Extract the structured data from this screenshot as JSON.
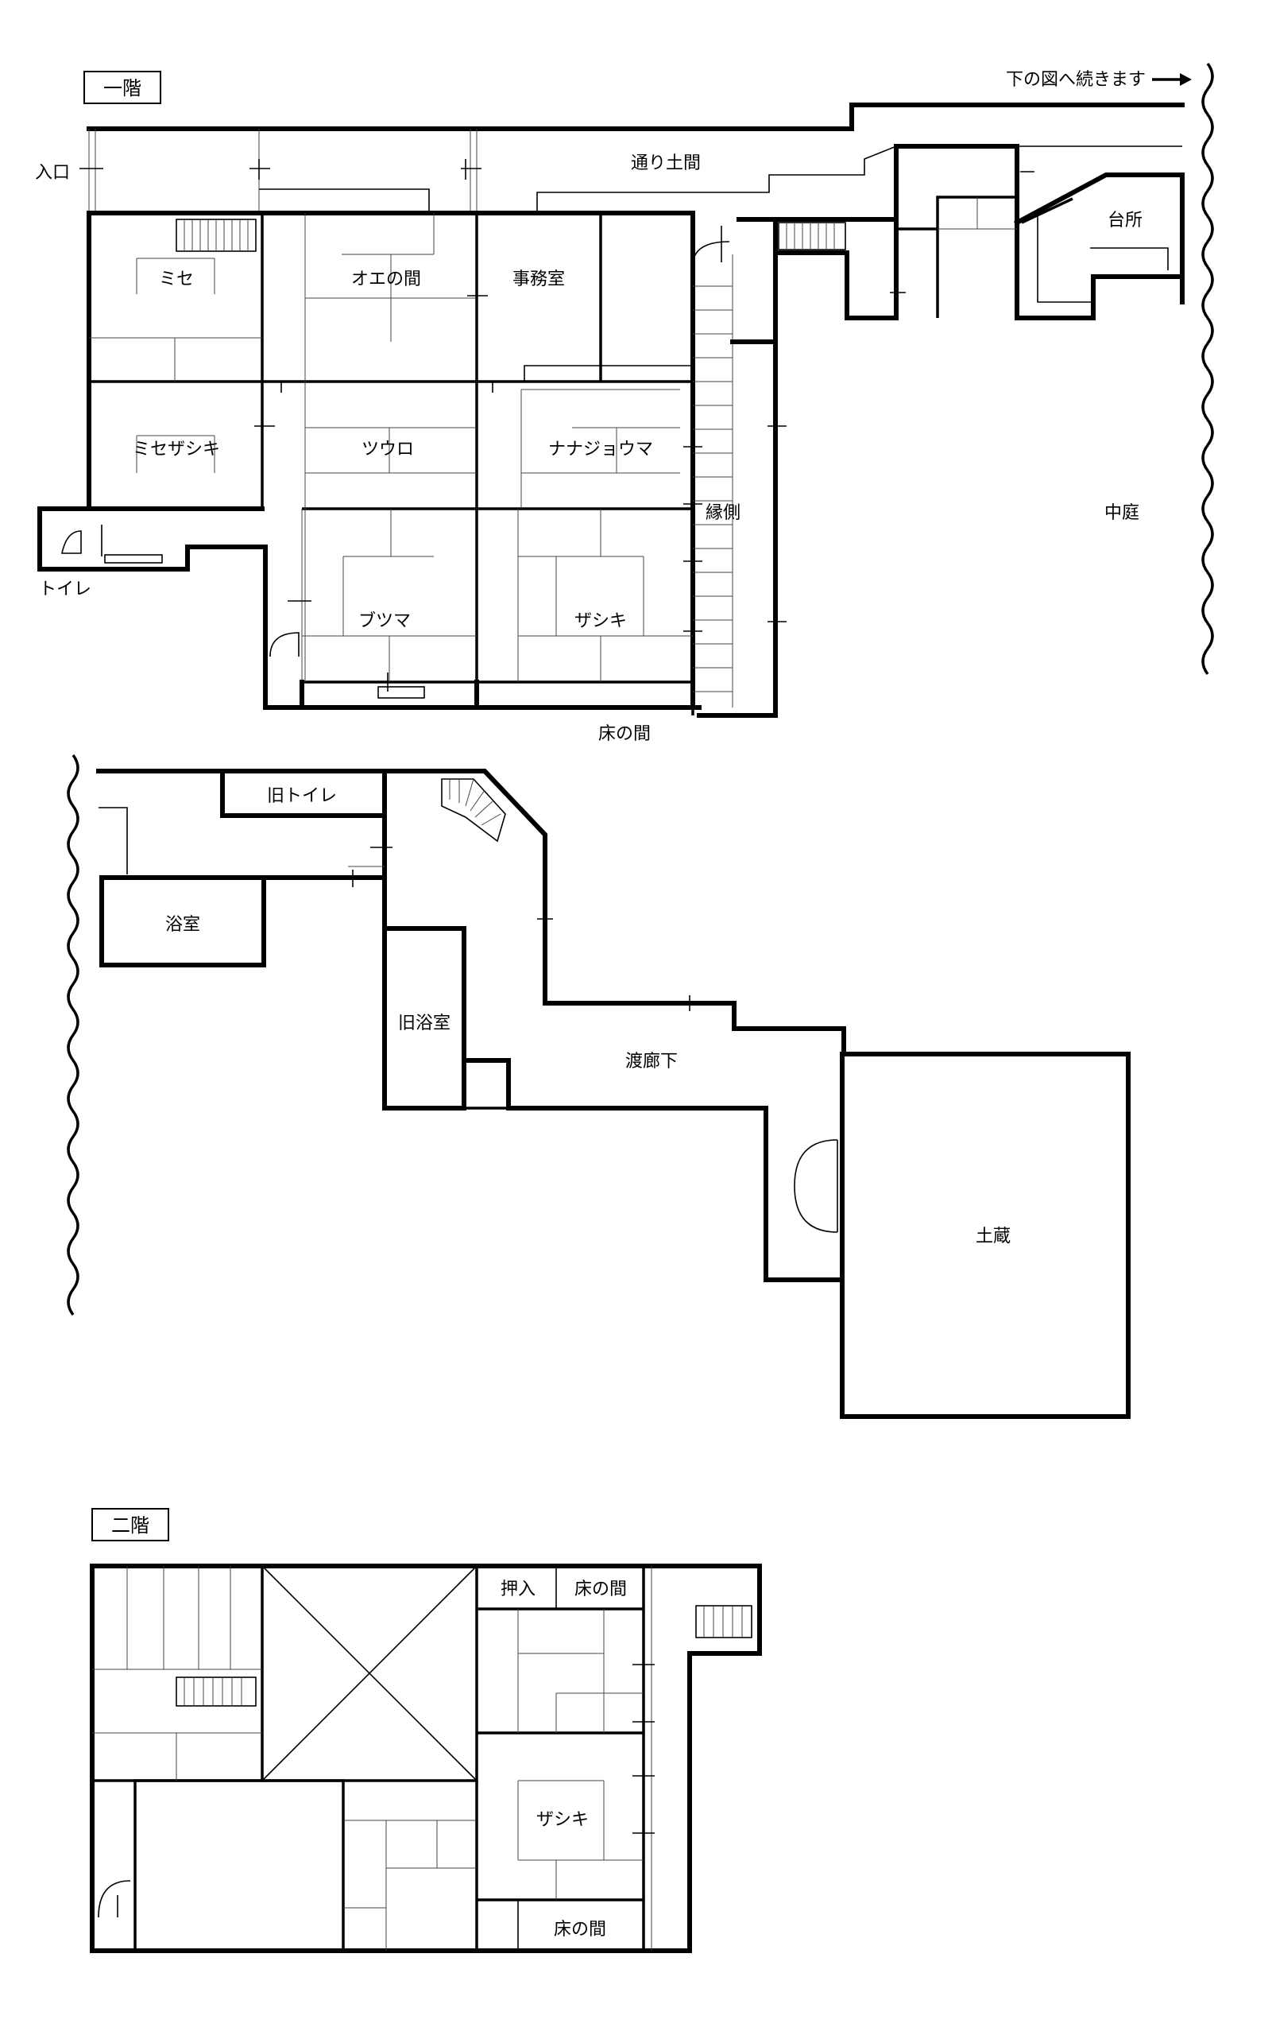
{
  "floor1": {
    "badge": "一階",
    "continue_note": "下の図へ続きます",
    "arrow": "→",
    "rooms": {
      "entrance": "入口",
      "passage": "通り土間",
      "kitchen": "台所",
      "mise": "ミセ",
      "oe": "オエの間",
      "office": "事務室",
      "misezashiki": "ミセザシキ",
      "tsuuro": "ツウロ",
      "nanajouma": "ナナジョウマ",
      "engawa": "縁側",
      "courtyard": "中庭",
      "toilet": "トイレ",
      "butsuma": "ブツマ",
      "zashiki": "ザシキ",
      "tokonoma": "床の間"
    }
  },
  "annex": {
    "rooms": {
      "old_toilet": "旧トイレ",
      "bath": "浴室",
      "old_bath": "旧浴室",
      "corridor": "渡廊下",
      "storehouse": "土蔵"
    }
  },
  "floor2": {
    "badge": "二階",
    "rooms": {
      "closet": "押入",
      "tokonoma_top": "床の間",
      "zashiki": "ザシキ",
      "tokonoma_bottom": "床の間"
    }
  }
}
